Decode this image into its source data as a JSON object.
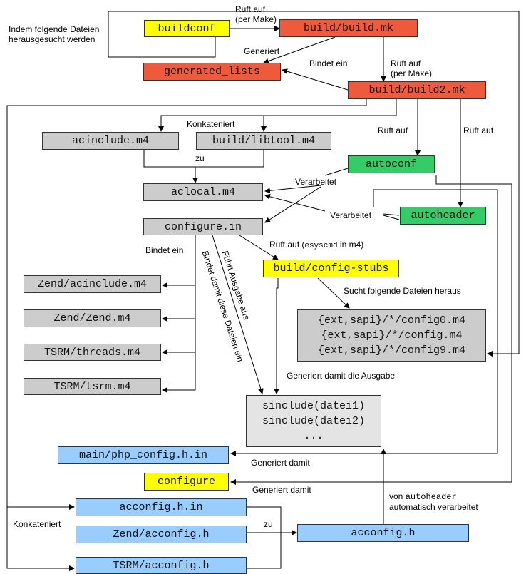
{
  "boxes": {
    "buildconf": "buildconf",
    "build_mk": "build/build.mk",
    "generated_lists": "generated_lists",
    "build2_mk": "build/build2.mk",
    "acinclude": "acinclude.m4",
    "libtool": "build/libtool.m4",
    "autoconf": "autoconf",
    "aclocal": "aclocal.m4",
    "autoheader": "autoheader",
    "configure_in": "configure.in",
    "config_stubs": "build/config-stubs",
    "zend_acinclude": "Zend/acinclude.m4",
    "zend_m4": "Zend/Zend.m4",
    "tsrm_threads": "TSRM/threads.m4",
    "tsrm_m4": "TSRM/tsrm.m4",
    "config_files": [
      "{ext,sapi}/*/config0.m4",
      "{ext,sapi}/*/config.m4",
      "{ext,sapi}/*/config9.m4"
    ],
    "sinclude": [
      "sinclude(datei1)",
      "sinclude(datei2)",
      "..."
    ],
    "php_config": "main/php_config.h.in",
    "configure": "configure",
    "acconfig_in": "acconfig.h.in",
    "zend_acconfig": "Zend/acconfig.h",
    "tsrm_acconfig": "TSRM/acconfig.h",
    "acconfig_h": "acconfig.h"
  },
  "labels": {
    "indem": [
      "Indem folgende Dateien",
      "herausgesucht werden"
    ],
    "ruft_auf_make1": [
      "Ruft auf",
      "(per Make)"
    ],
    "generiert": "Generiert",
    "bindet_ein_top": "Bindet ein",
    "ruft_auf_make2": [
      "Ruft auf",
      "(per Make)"
    ],
    "konkateniert_top": "Konkateniert",
    "ruft_auf_autoconf": "Ruft auf",
    "ruft_auf_autoheader": "Ruft auf",
    "zu_top": "zu",
    "verarbeitet1": "Verarbeitet",
    "verarbeitet2": "Verarbeitet",
    "bindet_ein_mid": "Bindet ein",
    "ruft_auf_esyscmd_pre": "Ruft auf (",
    "ruft_auf_esyscmd_code": "esyscmd",
    "ruft_auf_esyscmd_post": " in m4)",
    "fuehrt_ausgabe": "Führt Ausgabe  aus",
    "bindet_damit": "Bindet damit diese Dateien ein",
    "sucht": "Sucht folgende Dateien heraus",
    "generiert_ausgabe": "Generiert damit die Ausgabe",
    "generiert_damit1": "Generiert damit",
    "generiert_damit2": "Generiert damit",
    "von_autoheader_pre": "von ",
    "von_autoheader_code": "autoheader",
    "automatisch": "automatisch verarbeitet",
    "konkateniert_bottom": "Konkateniert",
    "zu_bottom": "zu"
  },
  "colors": {
    "yellow": "#ffff00",
    "red": "#f05a3c",
    "gray": "#cccccc",
    "light_gray": "#e4e4e4",
    "green": "#33cc66",
    "blue": "#99ccff"
  }
}
